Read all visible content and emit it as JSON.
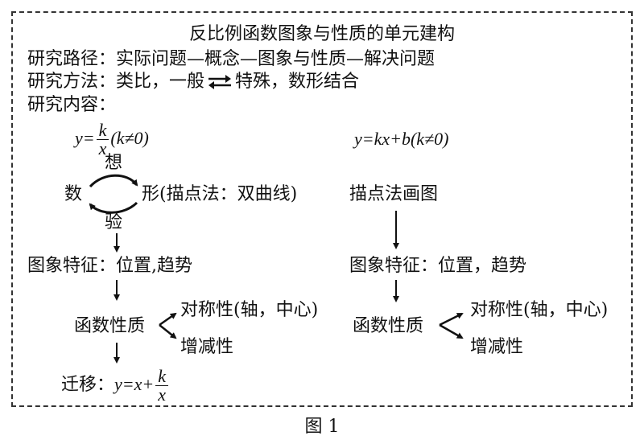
{
  "title": "反比例函数图象与性质的单元建构",
  "route_label": "研究路径：",
  "route_text": "实际问题—概念—图象与性质—解决问题",
  "method_label": "研究方法：",
  "method_part1": "类比，一般",
  "method_part2": "特殊，数形结合",
  "content_label": "研究内容：",
  "left": {
    "formula_lhs": "y=",
    "formula_num": "k",
    "formula_den": "x",
    "formula_cond": "(k≠0)",
    "xiang": "想",
    "yan": "验",
    "shu": "数",
    "xing": "形(描点法：双曲线)",
    "features": "图象特征：位置,趋势",
    "props": "函数性质",
    "sym": "对称性(轴，中心)",
    "mono": "增减性",
    "transfer_label": "迁移：",
    "transfer_lhs": "y=x+",
    "transfer_num": "k",
    "transfer_den": "x"
  },
  "right": {
    "formula": "y=kx+b(k≠0)",
    "plot": "描点法画图",
    "features": "图象特征：位置，趋势",
    "props": "函数性质",
    "sym": "对称性(轴，中心)",
    "mono": "增减性"
  },
  "caption": "图 1"
}
